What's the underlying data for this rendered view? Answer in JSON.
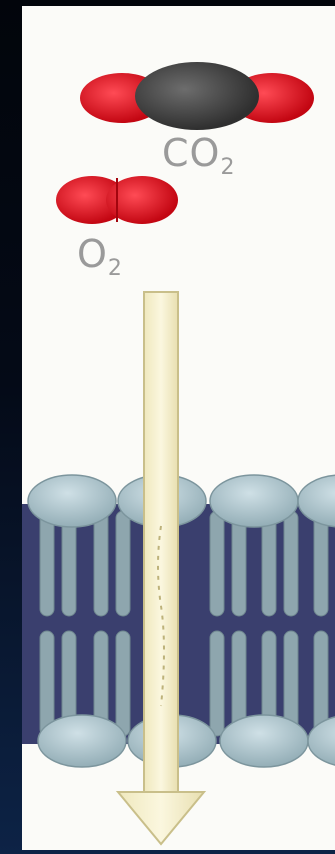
{
  "labels": {
    "co2": {
      "base": "CO",
      "sub": "2"
    },
    "o2": {
      "base": "O",
      "sub": "2"
    }
  },
  "colors": {
    "oxygen_atom": "#e0101c",
    "carbon_atom": "#4a4a4a",
    "arrow": "#f4efc8",
    "arrow_outline": "#c9bf8a",
    "lipid_head": "#a9c2cb",
    "lipid_tail": "#8ea6ae",
    "membrane_dark": "#3a3f6e"
  }
}
